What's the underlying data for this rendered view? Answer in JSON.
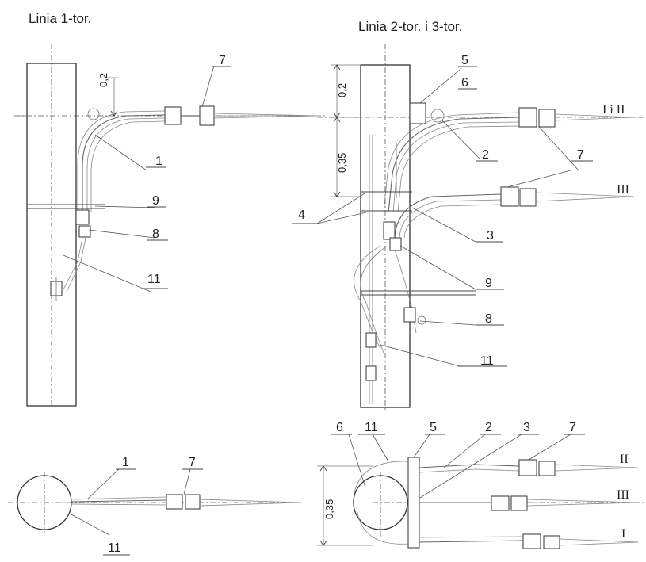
{
  "titles": {
    "left": "Linia 1-tor.",
    "right": "Linia 2-tor. i 3-tor."
  },
  "dims": {
    "d02a": "0,2",
    "d02b": "0,2",
    "d035a": "0,35",
    "d035b": "0,35"
  },
  "labels": {
    "l1a": "1",
    "l7a": "7",
    "l9a": "9",
    "l8a": "8",
    "l11a": "11",
    "l5a": "5",
    "l6a": "6",
    "l2a": "2",
    "l7b": "7",
    "l4a": "4",
    "l3a": "3",
    "l9b": "9",
    "l8b": "8",
    "l11b": "11",
    "l1b": "1",
    "l7c": "7",
    "l11c": "11",
    "l6b": "6",
    "l11d": "11",
    "l5b": "5",
    "l2b": "2",
    "l3b": "3",
    "l7d": "7"
  },
  "phases": {
    "top_right": "I i II",
    "mid_right": "III",
    "bot_II": "II",
    "bot_III": "III",
    "bot_I": "I"
  }
}
